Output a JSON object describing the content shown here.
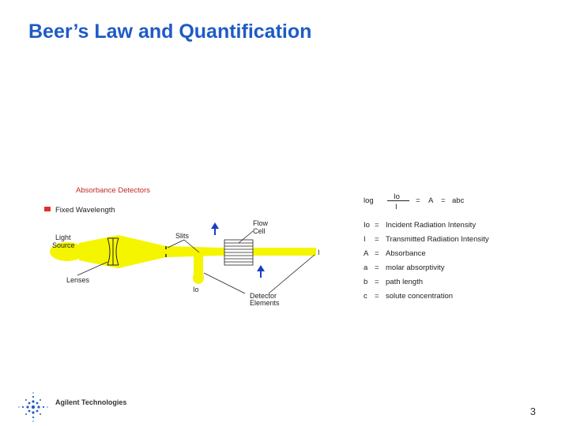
{
  "slide": {
    "title": "Beer’s Law and Quantification",
    "page_number": "3"
  },
  "diagram": {
    "header": "Absorbance Detectors",
    "legend": "Fixed Wavelength",
    "labels": {
      "light_source_1": "Light",
      "light_source_2": "Source",
      "lenses": "Lenses",
      "slits": "Slits",
      "flow_cell_1": "Flow",
      "flow_cell_2": "Cell",
      "i0": "Io",
      "i": "I",
      "detector_1": "Detector",
      "detector_2": "Elements"
    }
  },
  "formula": {
    "log": "log",
    "numerator": "Io",
    "denominator": "I",
    "equals": "=",
    "a": "A",
    "rhs": "abc",
    "definitions": [
      {
        "sym": "Io",
        "eq": "=",
        "text": "Incident Radiation Intensity"
      },
      {
        "sym": "I",
        "eq": "=",
        "text": "Transmitted Radiation Intensity"
      },
      {
        "sym": "A",
        "eq": "=",
        "text": "Absorbance"
      },
      {
        "sym": "a",
        "eq": "=",
        "text": "molar absorptivity"
      },
      {
        "sym": "b",
        "eq": "=",
        "text": "path length"
      },
      {
        "sym": "c",
        "eq": "=",
        "text": "solute concentration"
      }
    ]
  },
  "logo": {
    "text": "Agilent Technologies"
  },
  "colors": {
    "title": "#1f5bc5",
    "beam": "#f5f500",
    "legend_marker": "#e0302a",
    "arrow": "#1a3fc0",
    "header": "#c02a24"
  }
}
